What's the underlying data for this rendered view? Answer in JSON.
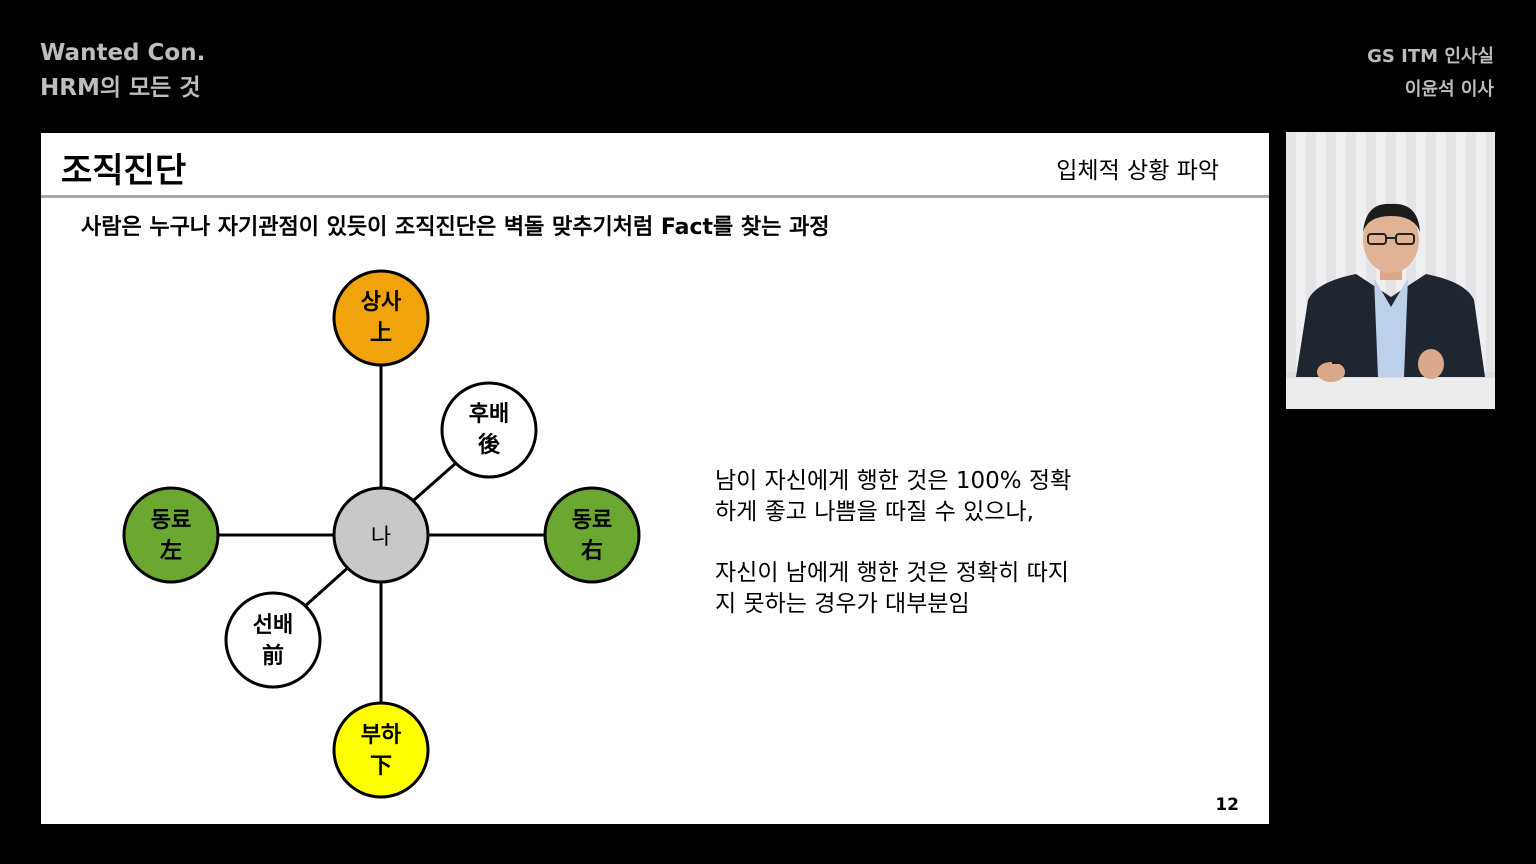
{
  "header": {
    "left_line1": "Wanted Con.",
    "left_line2": "HRM의 모든 것",
    "right_line1": "GS ITM 인사실",
    "right_line2": "이윤석 이사"
  },
  "slide": {
    "title": "조직진단",
    "subtitle": "입체적 상황 파악",
    "headline": "사람은 누구나 자기관점이 있듯이 조직진단은 벽돌 맞추기처럼 Fact를 찾는 과정",
    "page_number": "12",
    "note1_line1": "남이 자신에게 행한 것은 100% 정확",
    "note1_line2": "하게 좋고 나쁨을 따질 수 있으나,",
    "note2_line1": "자신이 남에게 행한 것은 정확히 따지",
    "note2_line2": "지 못하는 경우가 대부분임"
  },
  "diagram": {
    "center": {
      "label": "나",
      "color": "#c8c8c8"
    },
    "up": {
      "line1": "상사",
      "line2": "上",
      "color": "#f0a30a"
    },
    "down": {
      "line1": "부하",
      "line2": "下",
      "color": "#ffff00"
    },
    "left": {
      "line1": "동료",
      "line2": "左",
      "color": "#6aa832"
    },
    "right": {
      "line1": "동료",
      "line2": "右",
      "color": "#6aa832"
    },
    "junior": {
      "line1": "후배",
      "line2": "後",
      "color": "#ffffff"
    },
    "senior": {
      "line1": "선배",
      "line2": "前",
      "color": "#ffffff"
    }
  },
  "video": {
    "icon": "presenter-video"
  }
}
